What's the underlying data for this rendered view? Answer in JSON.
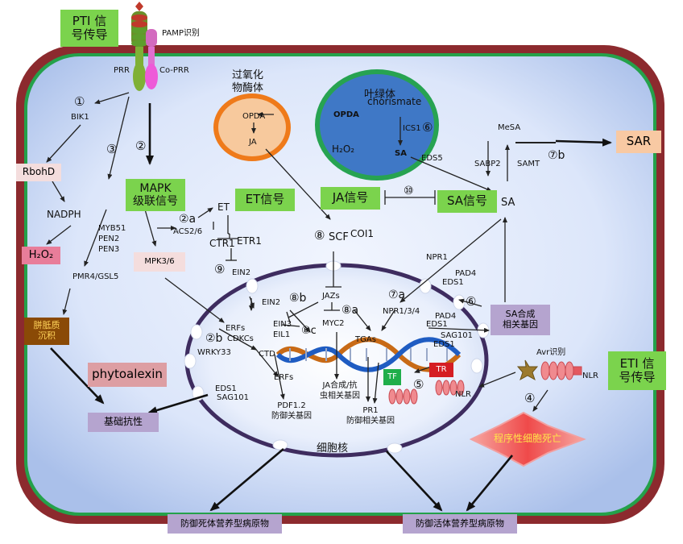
{
  "signals": {
    "pti": "PTI 信号传导",
    "pti_line1": "PTI 信",
    "pti_line2": "号传导",
    "eti_line1": "ETI 信",
    "eti_line2": "号传导",
    "mapk_line1": "MAPK",
    "mapk_line2": "级联信号",
    "et_signal": "ET信号",
    "ja_signal": "JA信号",
    "sa_signal": "SA信号",
    "sar": "SAR"
  },
  "membrane": {
    "pamp": "PAMP识别",
    "prr": "PRR",
    "coprr": "Co-PRR"
  },
  "organelles": {
    "peroxisome_line1": "过氧化",
    "peroxisome_line2": "物酶体",
    "chloroplast_title": "叶绿体",
    "chorismate": "chorismate",
    "nucleus": "细胞核"
  },
  "molecules": {
    "opda_p": "OPDA",
    "ja_p": "JA",
    "opda_c": "OPDA",
    "ics1": "ICS1",
    "h2o2_c": "H₂O₂",
    "sa_c": "SA",
    "eds5": "EDS5",
    "mesa": "MeSA",
    "sabp2": "SABP2",
    "samt": "SAMT",
    "sa_main": "SA",
    "bik1": "BIK1",
    "rbohd": "RbohD",
    "nadph": "NADPH",
    "h2o2_main": "H₂O₂",
    "myb": [
      "MYB51",
      "PEN2",
      "PEN3"
    ],
    "pmr4": "PMR4/GSL5",
    "callose_line1": "胼胝质",
    "callose_line2": "沉积",
    "mpk36": "MPK3/6",
    "acs": "ACS2/6",
    "et": "ET",
    "ctr1": "CTR1",
    "etr1": "ETR1",
    "ein2_mem": "EIN2",
    "scf": "SCF",
    "coi1": "COI1",
    "npr1": "NPR1",
    "pad4_top": "PAD4",
    "eds1_top": "EDS1",
    "ein2_nuc": "EIN2",
    "jazs": "JAZs",
    "ein3": "EIN3",
    "eil1": "EIL1",
    "myc2": "MYC2",
    "npr134": "NPR1/3/4",
    "pad4_nuc": "PAD4",
    "eds1_nuc": "EDS1",
    "sag101_nuc": "SAG101",
    "eds1_nuc2": "EDS1",
    "tgas": "TGAs",
    "erfs": "ERFs",
    "cdkcs": "CDKCs",
    "wrky33": "WRKY33",
    "ctd": "CTD",
    "erfs2": "ERFs",
    "phytoalexin": "phytoalexin",
    "eds1_basal": "EDS1",
    "sag101_basal": "SAG101",
    "basal": "基础抗性",
    "pdf12_line1": "PDF1.2",
    "pdf12_line2": "防御关基因",
    "ja_gene_line1": "JA合成/抗",
    "ja_gene_line2": "虫相关基因",
    "pr1_line1": "PR1",
    "pr1_line2": "防御相关基因",
    "sa_gene_line1": "SA合成",
    "sa_gene_line2": "相关基因",
    "avr": "Avr识别",
    "nlr_right": "NLR",
    "nlr_nuc": "NLR",
    "tf": "TF",
    "tr": "TR",
    "pcd": "程序性细胞死亡",
    "necro": "防御死体营养型病原物",
    "bio": "防御活体营养型病原物"
  },
  "steps": {
    "s1": "①",
    "s2": "②",
    "s2a": "②a",
    "s2b": "②b",
    "s3": "③",
    "s4": "④",
    "s5": "⑤",
    "s6_c": "⑥",
    "s6": "⑥",
    "s7a": "⑦a",
    "s7b": "⑦b",
    "s8": "⑧",
    "s8a": "⑧a",
    "s8b": "⑧b",
    "s8c": "⑧c",
    "s9": "⑨",
    "s10": "⑩"
  },
  "colors": {
    "cell_wall": "#8c2a2e",
    "cytoplasm": "#dfe8fb",
    "cytoplasm_dark": "#a9bfe8",
    "membrane_green": "#24a14a",
    "chloroplast": "#3f78c6",
    "peroxisome_fill": "#f7c99d",
    "peroxisome_stroke": "#ef7a1a",
    "signal_green": "#7bd34d",
    "sar": "#f8c9a3",
    "rbohd": "#f4dddd",
    "h2o2_box": "#e87d9a",
    "callose": "#8a4a06",
    "lavender": "#b5a4cf",
    "pink_box": "#dd9ea3",
    "pcd_red": "#ef4a4a",
    "tf": "#1fae4a",
    "tr": "#d51e23"
  }
}
